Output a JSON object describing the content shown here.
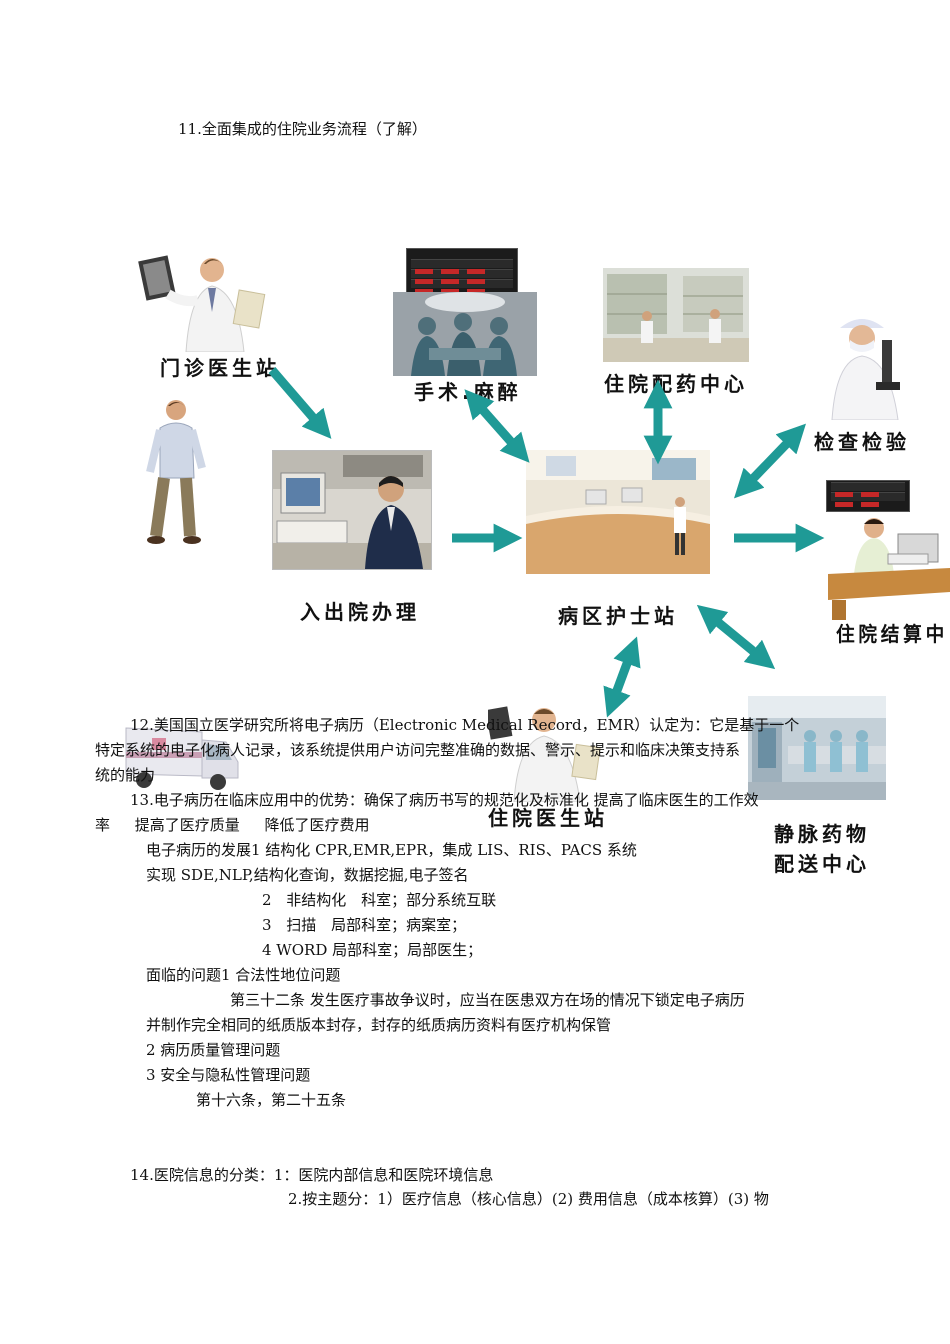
{
  "section11": {
    "heading": "11.全面集成的住院业务流程（了解）"
  },
  "diagram": {
    "nodes": {
      "outpatient": "门诊医生站",
      "surgery": "手术.麻醉",
      "pharmacy": "住院配药中心",
      "lab": "检查检验",
      "admission": "入出院办理",
      "nurse": "病区护士站",
      "billing": "住院结算中",
      "doctor": "住院医生站",
      "iv_line1": "静脉药物",
      "iv_line2": "配送中心"
    },
    "colors": {
      "arrow": "#1f9a96",
      "arrow_dark": "#0f6f6c"
    },
    "icons": [
      "person-walking-icon",
      "ambulance-icon",
      "led-queue-board-icon"
    ]
  },
  "section12": {
    "line1": "12.美国国立医学研究所将电子病历（Electronic Medical Record，EMR）认定为：它是基于一个",
    "line2": "特定系统的电子化病人记录，该系统提供用户访问完整准确的数据、警示、提示和临床决策支持系",
    "line3": "统的能力"
  },
  "section13": {
    "line1": "13.电子病历在临床应用中的优势：确保了病历书写的规范化及标准化 提高了临床医生的工作效",
    "line2": "率 提高了医疗质量 降低了医疗费用",
    "dev_line1": "电子病历的发展1 结构化 CPR,EMR,EPR，集成 LIS、RIS、PACS 系统",
    "dev_line2": "实现 SDE,NLP,结构化查询，数据挖掘,电子签名",
    "dev_line3": "2 非结构化 科室；部分系统互联",
    "dev_line4": "3 扫描 局部科室；病案室；",
    "dev_line5": "4 WORD 局部科室；局部医生；",
    "issue_line1": "面临的问题1 合法性地位问题",
    "issue_line2": "第三十二条 发生医疗事故争议时，应当在医患双方在场的情况下锁定电子病历",
    "issue_line3": "并制作完全相同的纸质版本封存，封存的纸质病历资料有医疗机构保管",
    "issue_line4": "2 病历质量管理问题",
    "issue_line5": "3 安全与隐私性管理问题",
    "issue_line6": "第十六条，第二十五条"
  },
  "section14": {
    "line1": "14.医院信息的分类：1：医院内部信息和医院环境信息",
    "line2": "2.按主题分：1）医疗信息（核心信息）(2) 费用信息（成本核算）(3) 物"
  }
}
